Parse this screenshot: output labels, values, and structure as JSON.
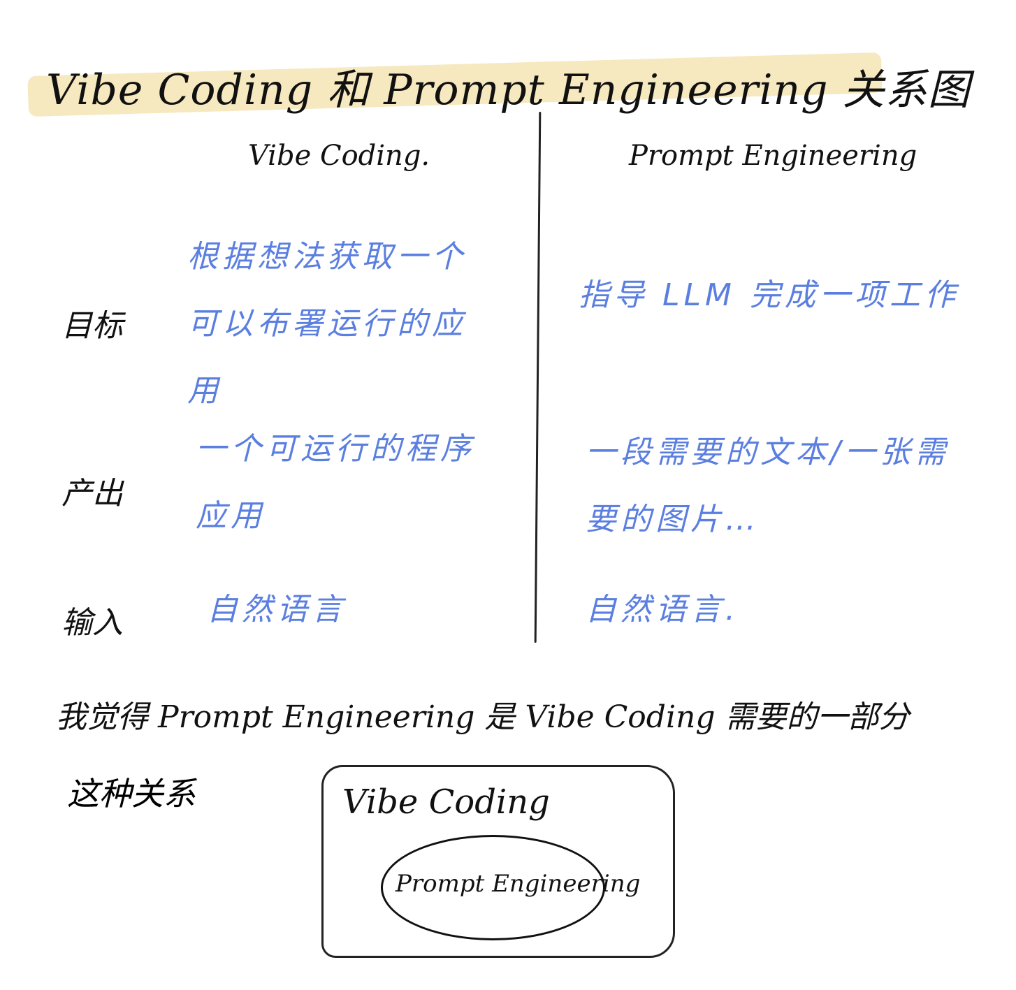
{
  "title": "Vibe Coding 和 Prompt Engineering 关系图",
  "colors": {
    "ink": "#111111",
    "blue_ink": "#5b7fe0",
    "highlight": "#f5e6b8"
  },
  "columns": {
    "left_header": "Vibe Coding.",
    "right_header": "Prompt Engineering"
  },
  "rows": [
    {
      "label": "目标",
      "vibe_coding": "根据想法获取一个可以布署运行的应用",
      "prompt_engineering": "指导 LLM 完成一项工作"
    },
    {
      "label": "产出",
      "vibe_coding": "一个可运行的程序应用",
      "prompt_engineering": "一段需要的文本/一张需要的图片…"
    },
    {
      "label": "输入",
      "vibe_coding": "自然语言",
      "prompt_engineering": "自然语言."
    }
  ],
  "conclusion": "我觉得 Prompt Engineering 是 Vibe Coding 需要的一部分",
  "relation": {
    "label": "这种关系",
    "outer": "Vibe Coding",
    "inner": "Prompt Engineering"
  }
}
